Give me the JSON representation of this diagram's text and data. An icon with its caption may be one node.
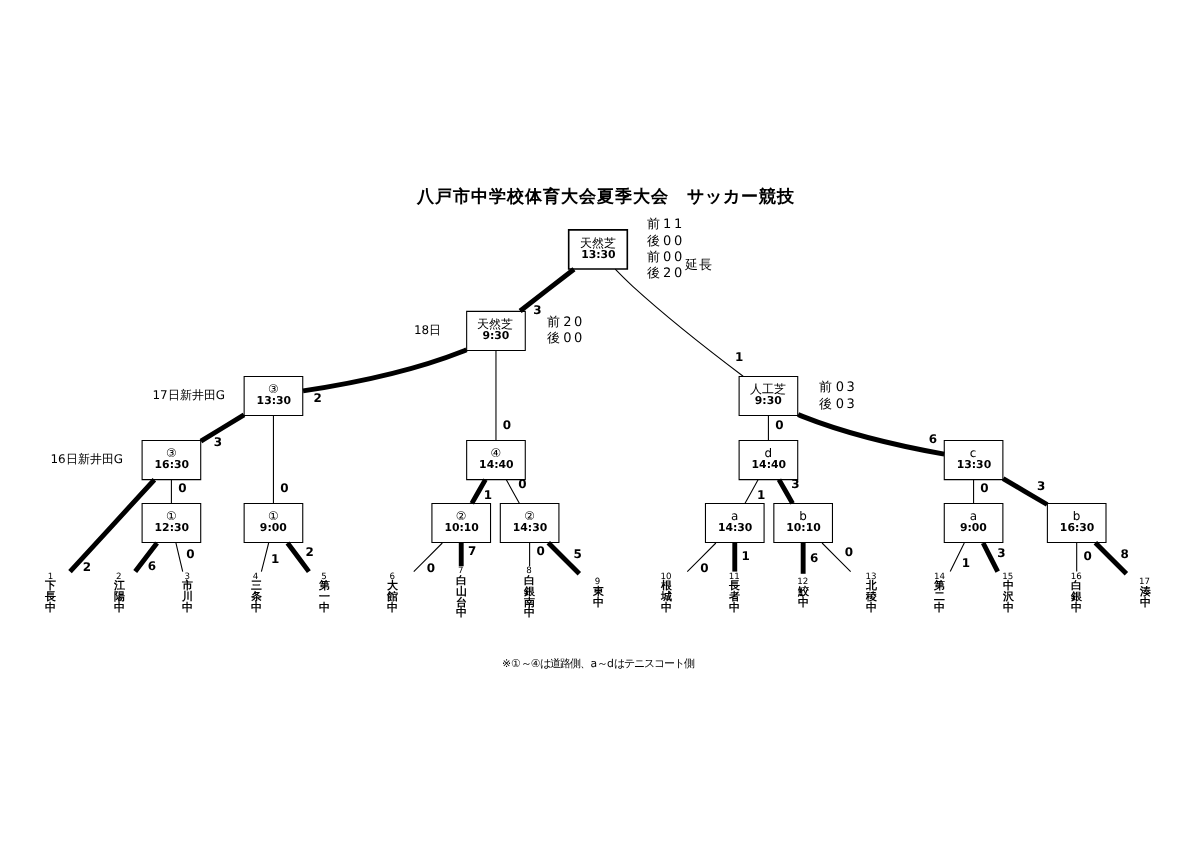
{
  "diagram": {
    "title": "八戸市中学校体育大会夏季大会　サッカー競技",
    "nodes": [
      {
        "text": [
          "天然芝",
          "13:30"
        ]
      },
      {
        "text": [
          "天然芝",
          "9:30"
        ]
      },
      {
        "text": [
          "人工芝",
          "9:30"
        ]
      },
      {
        "text": [
          "③",
          "13:30"
        ]
      },
      {
        "text": [
          "④",
          "14:40"
        ]
      },
      {
        "text": [
          "d",
          "14:40"
        ]
      },
      {
        "text": [
          "c",
          "13:30"
        ]
      },
      {
        "text": [
          "③",
          "16:30"
        ]
      },
      {
        "text": [
          "①",
          "9:00"
        ]
      },
      {
        "text": [
          "②",
          "10:10"
        ]
      },
      {
        "text": [
          "②",
          "14:30"
        ]
      },
      {
        "text": [
          "a",
          "14:30"
        ]
      },
      {
        "text": [
          "b",
          "10:10"
        ]
      },
      {
        "text": [
          "a",
          "9:00"
        ]
      },
      {
        "text": [
          "b",
          "16:30"
        ]
      },
      {
        "text": [
          "①",
          "12:30"
        ]
      },
      {
        "text": [
          "下長中"
        ],
        "beside": [
          "1"
        ]
      },
      {
        "text": [
          "江陽中"
        ],
        "beside": [
          "2"
        ]
      },
      {
        "text": [
          "市川中"
        ],
        "beside": [
          "3"
        ]
      },
      {
        "text": [
          "三条中"
        ],
        "beside": [
          "4"
        ]
      },
      {
        "text": [
          "第一中"
        ],
        "beside": [
          "5"
        ]
      },
      {
        "text": [
          "大館中"
        ],
        "beside": [
          "6"
        ]
      },
      {
        "text": [
          "白山台中"
        ],
        "beside": [
          "7"
        ]
      },
      {
        "text": [
          "白銀南中"
        ],
        "beside": [
          "8"
        ]
      },
      {
        "text": [
          "東中"
        ],
        "beside": [
          "9"
        ]
      },
      {
        "text": [
          "根城中"
        ],
        "beside": [
          "10"
        ]
      },
      {
        "text": [
          "長者中"
        ],
        "beside": [
          "11"
        ]
      },
      {
        "text": [
          "鮫中"
        ],
        "beside": [
          "12"
        ]
      },
      {
        "text": [
          "北稜中"
        ],
        "beside": [
          "13"
        ]
      },
      {
        "text": [
          "第二中"
        ],
        "beside": [
          "14"
        ]
      },
      {
        "text": [
          "中沢中"
        ],
        "beside": [
          "15"
        ]
      },
      {
        "text": [
          "白銀中"
        ],
        "beside": [
          "16"
        ]
      },
      {
        "text": [
          "湊中"
        ],
        "beside": [
          "17"
        ]
      }
    ],
    "edges": [
      {
        "from": 16,
        "to": 7,
        "arrow": "none",
        "label": "2",
        "style": "thick"
      },
      {
        "from": 15,
        "to": 7,
        "arrow": "none",
        "label": "0"
      },
      {
        "from": 17,
        "to": 15,
        "arrow": "none",
        "label": "6",
        "style": "thick"
      },
      {
        "from": 18,
        "to": 15,
        "arrow": "none",
        "label": "0"
      },
      {
        "from": 19,
        "to": 8,
        "arrow": "none",
        "label": "1"
      },
      {
        "from": 20,
        "to": 8,
        "arrow": "none",
        "label": "2",
        "style": "thick"
      },
      {
        "from": 21,
        "to": 9,
        "arrow": "none",
        "label": "0"
      },
      {
        "from": 22,
        "to": 9,
        "arrow": "none",
        "label": "7",
        "style": "thick"
      },
      {
        "from": 23,
        "to": 10,
        "arrow": "none",
        "label": "0"
      },
      {
        "from": 24,
        "to": 10,
        "arrow": "none",
        "label": "5",
        "style": "thick"
      },
      {
        "from": 25,
        "to": 11,
        "arrow": "none",
        "label": "0"
      },
      {
        "from": 26,
        "to": 11,
        "arrow": "none",
        "label": "1",
        "style": "thick"
      },
      {
        "from": 27,
        "to": 12,
        "arrow": "none",
        "label": "6",
        "style": "thick"
      },
      {
        "from": 28,
        "to": 12,
        "arrow": "none",
        "label": "0"
      },
      {
        "from": 29,
        "to": 13,
        "arrow": "none",
        "label": "1"
      },
      {
        "from": 30,
        "to": 13,
        "arrow": "none",
        "label": "3",
        "style": "thick"
      },
      {
        "from": 31,
        "to": 14,
        "arrow": "none",
        "label": "0"
      },
      {
        "from": 32,
        "to": 14,
        "arrow": "none",
        "label": "8",
        "style": "thick"
      },
      {
        "from": 7,
        "to": 3,
        "arrow": "none",
        "label": "3",
        "style": "thick"
      },
      {
        "from": 8,
        "to": 3,
        "arrow": "none",
        "label": "0"
      },
      {
        "from": 9,
        "to": 4,
        "arrow": "none",
        "label": "1",
        "style": "thick"
      },
      {
        "from": 10,
        "to": 4,
        "arrow": "none",
        "label": "0"
      },
      {
        "from": 11,
        "to": 5,
        "arrow": "none",
        "label": "1"
      },
      {
        "from": 12,
        "to": 5,
        "arrow": "none",
        "label": "3",
        "style": "thick"
      },
      {
        "from": 13,
        "to": 6,
        "arrow": "none",
        "label": "0"
      },
      {
        "from": 14,
        "to": 6,
        "arrow": "none",
        "label": "3",
        "style": "thick"
      },
      {
        "from": 3,
        "to": 1,
        "arrow": "none",
        "label": "2",
        "style": "thick"
      },
      {
        "from": 4,
        "to": 1,
        "arrow": "none",
        "label": "0"
      },
      {
        "from": 5,
        "to": 2,
        "arrow": "none",
        "label": "0"
      },
      {
        "from": 6,
        "to": 2,
        "arrow": "none",
        "label": "6",
        "style": "thick"
      },
      {
        "from": 1,
        "to": 0,
        "arrow": "none",
        "label": "3",
        "style": "thick"
      },
      {
        "from": 2,
        "to": 0,
        "arrow": "none",
        "label": "1"
      }
    ],
    "labels": [
      "前",
      "1",
      "1",
      "後",
      "0",
      "0",
      "前",
      "0",
      "0",
      "延長",
      "後",
      "2",
      "0",
      "18日",
      "前",
      "2",
      "0",
      "後",
      "0",
      "0",
      "前",
      "0",
      "3",
      "後",
      "0",
      "3",
      "17日新井田G",
      "16日新井田G",
      "※①～④は道路側、a～dはテニスコート側"
    ]
  }
}
